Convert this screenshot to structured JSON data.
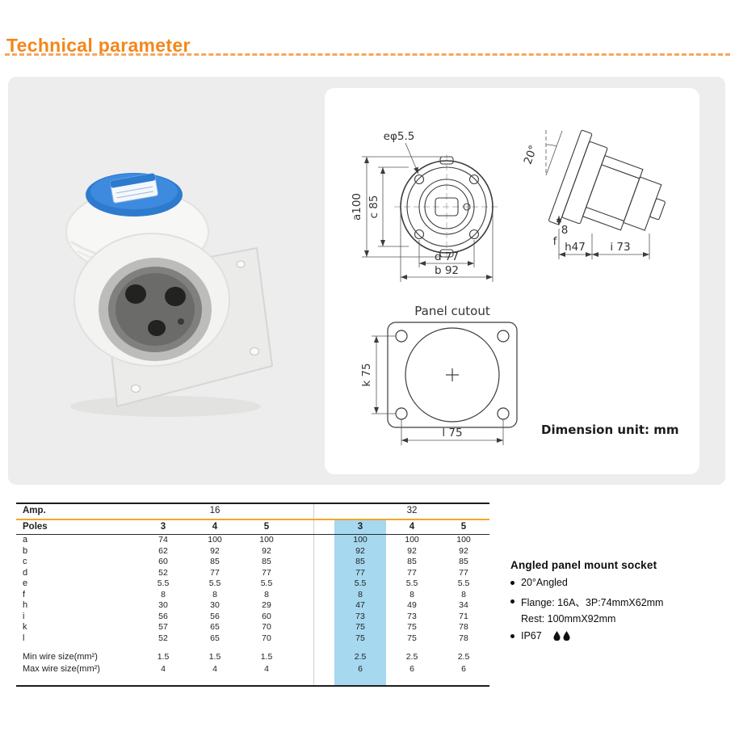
{
  "page": {
    "title": "Technical parameter"
  },
  "colors": {
    "accent": "#f2871c",
    "table_rule_orange": "#f5a623",
    "highlight_blue": "#a6d8f0",
    "cap_blue": "#2d7bcf"
  },
  "drawings": {
    "unit_note": "Dimension unit: mm",
    "front": {
      "dim_e": "eφ5.5",
      "dim_a": "a100",
      "dim_c": "c 85",
      "dim_d": "d 77",
      "dim_b": "b 92"
    },
    "side": {
      "dim_angle": "20°",
      "dim_f": "f",
      "dim_f_val": "8",
      "dim_h": "h47",
      "dim_i": "i 73"
    },
    "cutout": {
      "title": "Panel cutout",
      "dim_k": "k 75",
      "dim_l": "l 75"
    }
  },
  "table": {
    "amp_label": "Amp.",
    "poles_label": "Poles",
    "amp_groups": [
      "16",
      "32"
    ],
    "poles": [
      "3",
      "4",
      "5",
      "3",
      "4",
      "5"
    ],
    "highlight_col": 3,
    "rows": [
      {
        "label": "a",
        "values": [
          "74",
          "100",
          "100",
          "100",
          "100",
          "100"
        ]
      },
      {
        "label": "b",
        "values": [
          "62",
          "92",
          "92",
          "92",
          "92",
          "92"
        ]
      },
      {
        "label": "c",
        "values": [
          "60",
          "85",
          "85",
          "85",
          "85",
          "85"
        ]
      },
      {
        "label": "d",
        "values": [
          "52",
          "77",
          "77",
          "77",
          "77",
          "77"
        ]
      },
      {
        "label": "e",
        "values": [
          "5.5",
          "5.5",
          "5.5",
          "5.5",
          "5.5",
          "5.5"
        ]
      },
      {
        "label": "f",
        "values": [
          "8",
          "8",
          "8",
          "8",
          "8",
          "8"
        ]
      },
      {
        "label": "h",
        "values": [
          "30",
          "30",
          "29",
          "47",
          "49",
          "34"
        ]
      },
      {
        "label": "i",
        "values": [
          "56",
          "56",
          "60",
          "73",
          "73",
          "71"
        ]
      },
      {
        "label": "k",
        "values": [
          "57",
          "65",
          "70",
          "75",
          "75",
          "78"
        ]
      },
      {
        "label": "l",
        "values": [
          "52",
          "65",
          "70",
          "75",
          "75",
          "78"
        ]
      }
    ],
    "wire_rows": [
      {
        "label": "Min wire size(mm²)",
        "values": [
          "1.5",
          "1.5",
          "1.5",
          "2.5",
          "2.5",
          "2.5"
        ]
      },
      {
        "label": "Max wire size(mm²)",
        "values": [
          "4",
          "4",
          "4",
          "6",
          "6",
          "6"
        ]
      }
    ]
  },
  "info": {
    "title": "Angled panel mount socket",
    "bullet_angle": "20°Angled",
    "bullet_flange": "Flange: 16A、3P:74mmX62mm",
    "flange_rest": "Rest: 100mmX92mm",
    "bullet_ip": "IP67"
  }
}
